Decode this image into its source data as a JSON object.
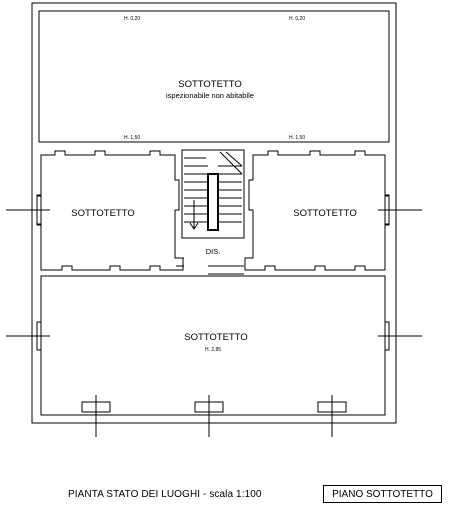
{
  "rooms": {
    "top": {
      "name": "SOTTOTETTO",
      "note": "ispezionabile non abitabile"
    },
    "left": {
      "name": "SOTTOTETTO"
    },
    "right": {
      "name": "SOTTOTETTO"
    },
    "bottom": {
      "name": "SOTTOTETTO"
    },
    "stair": {
      "name": "DIS."
    }
  },
  "heights": {
    "top_left": "H. 0,20",
    "top_right": "H. 0,20",
    "mid_left": "H. 1,50",
    "mid_right": "H. 1,50",
    "bottom_room": "H. 2,85"
  },
  "footer": {
    "caption": "PIANTA STATO DEI LUOGHI - scala 1:100",
    "sheet_label": "PIANO SOTTOTETTO"
  }
}
